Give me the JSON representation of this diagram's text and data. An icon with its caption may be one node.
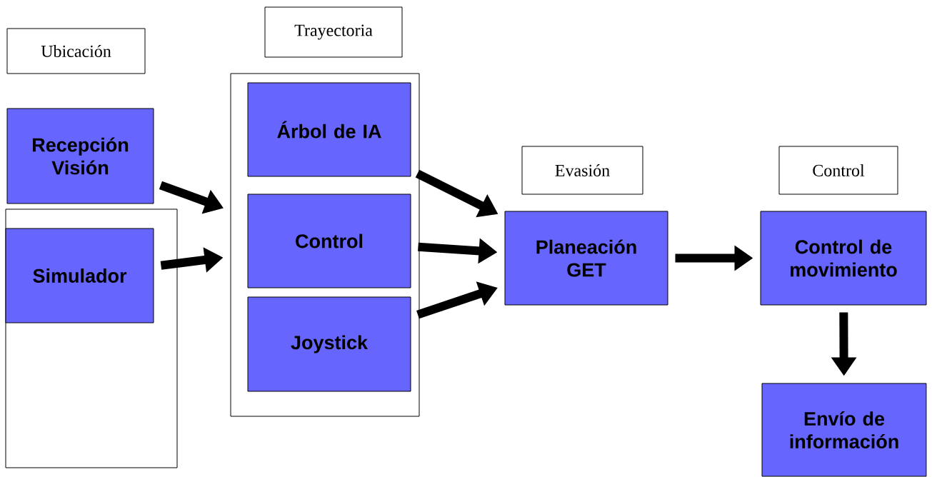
{
  "diagram": {
    "nodes": [
      {
        "text": [
          "Ubicación"
        ]
      },
      {
        "text": [
          "Trayectoria"
        ]
      },
      {
        "text": [
          "Recepción Visión"
        ]
      },
      {
        "text": [],
        "shape": "box"
      },
      {
        "text": [
          "Simulador"
        ],
        "in": 3
      },
      {
        "text": [],
        "shape": "box"
      },
      {
        "text": [
          "Árbol de IA"
        ],
        "in": 5
      },
      {
        "text": [
          "Control"
        ],
        "in": 5
      },
      {
        "text": [
          "Joystick"
        ],
        "in": 5
      },
      {
        "text": [
          "Evasión"
        ]
      },
      {
        "text": [
          "Control"
        ]
      },
      {
        "text": [
          "Planeación GET"
        ]
      },
      {
        "text": [
          "Control de movimiento"
        ]
      },
      {
        "text": [
          "Envío de información"
        ]
      }
    ],
    "edges": [
      {
        "from": 2,
        "to": 5,
        "arrow": "to"
      },
      {
        "from": 4,
        "to": 5,
        "arrow": "to"
      },
      {
        "from": 6,
        "to": 11,
        "arrow": "to"
      },
      {
        "from": 7,
        "to": 11,
        "arrow": "to"
      },
      {
        "from": 8,
        "to": 11,
        "arrow": "to"
      },
      {
        "from": 11,
        "to": 12,
        "arrow": "to"
      },
      {
        "from": 12,
        "to": 13,
        "arrow": "to"
      }
    ]
  }
}
